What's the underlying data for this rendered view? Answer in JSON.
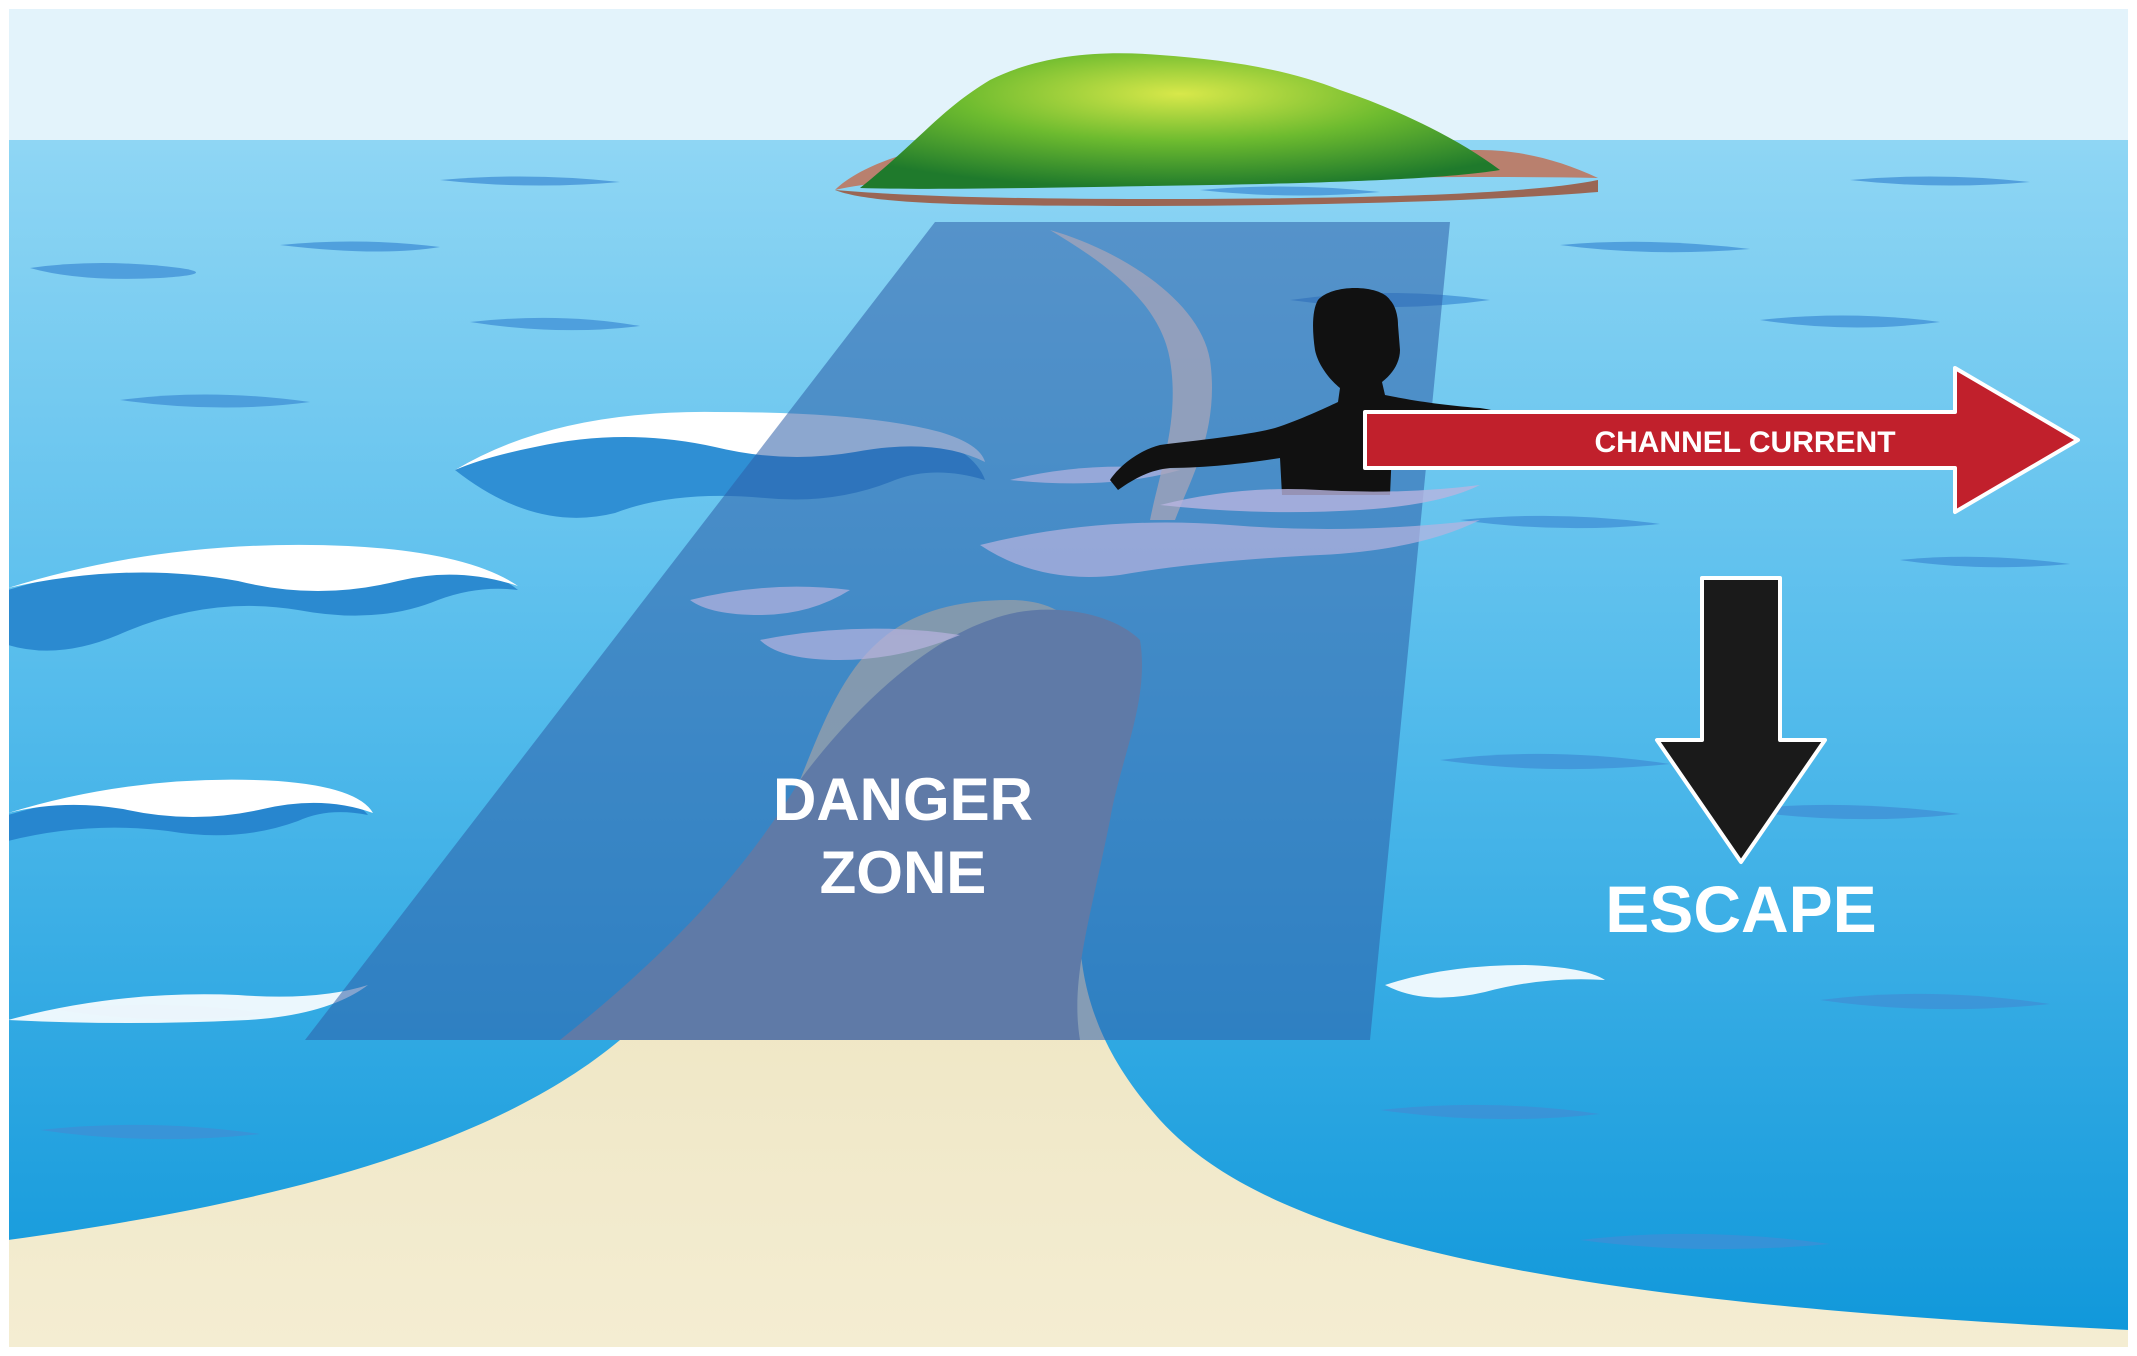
{
  "labels": {
    "danger_line1": "DANGER",
    "danger_line2": "ZONE",
    "channel_current": "CHANNEL CURRENT",
    "escape": "ESCAPE"
  },
  "colors": {
    "sky": "#e3f3fb",
    "sea_far": "#7fcff2",
    "sea_near": "#1a9bdc",
    "sand": "#efe6c2",
    "danger_overlay": "#2d5fa8",
    "sand_channel": "#9a9aa3",
    "wave_foam": "#ffffff",
    "island_green": "#5fb233",
    "island_rock": "#b9806e",
    "current_arrow": "#c1202c",
    "escape_arrow": "#1a1a1a",
    "swimmer": "#111111",
    "text": "#ffffff"
  },
  "icons": {
    "island": "island-icon",
    "swimmer": "swimmer-silhouette-icon",
    "current_arrow": "arrow-right-icon",
    "escape_arrow": "arrow-down-icon"
  }
}
